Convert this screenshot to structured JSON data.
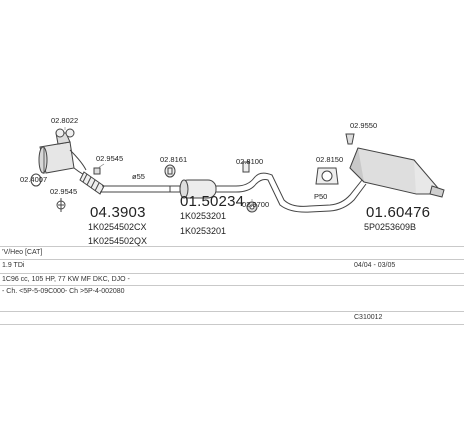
{
  "diagram": {
    "parts": [
      {
        "id": "cat",
        "number": "04.3903",
        "refs": [
          "1K0254502CX",
          "1K0254502QX"
        ]
      },
      {
        "id": "mid",
        "number": "01.50234",
        "refs": [
          "1K0253201",
          "1K0253201"
        ]
      },
      {
        "id": "rear",
        "number": "01.60476",
        "refs": [
          "5P0253609B"
        ]
      }
    ],
    "small_parts": [
      "02.8022",
      "02.9545",
      "02.4007",
      "02.9545",
      "02.8161",
      "02.8100",
      "02.9700",
      "02.8150",
      "02.9550"
    ],
    "pipe_diameters": [
      "ø55",
      "P50"
    ]
  },
  "table": {
    "rows": [
      {
        "left": "’V/Heo [CAT]",
        "right": ""
      },
      {
        "left": "1.9 TDi",
        "right": "04/04 - 03/05"
      },
      {
        "left": "1C96 cc, 105 HP, 77 KW MF DKC, DJO -",
        "right": ""
      },
      {
        "left": "- Ch. <5P-5-09C000- Ch >5P-4-002080",
        "right": ""
      },
      {
        "left": "",
        "right": "C310012"
      }
    ]
  }
}
